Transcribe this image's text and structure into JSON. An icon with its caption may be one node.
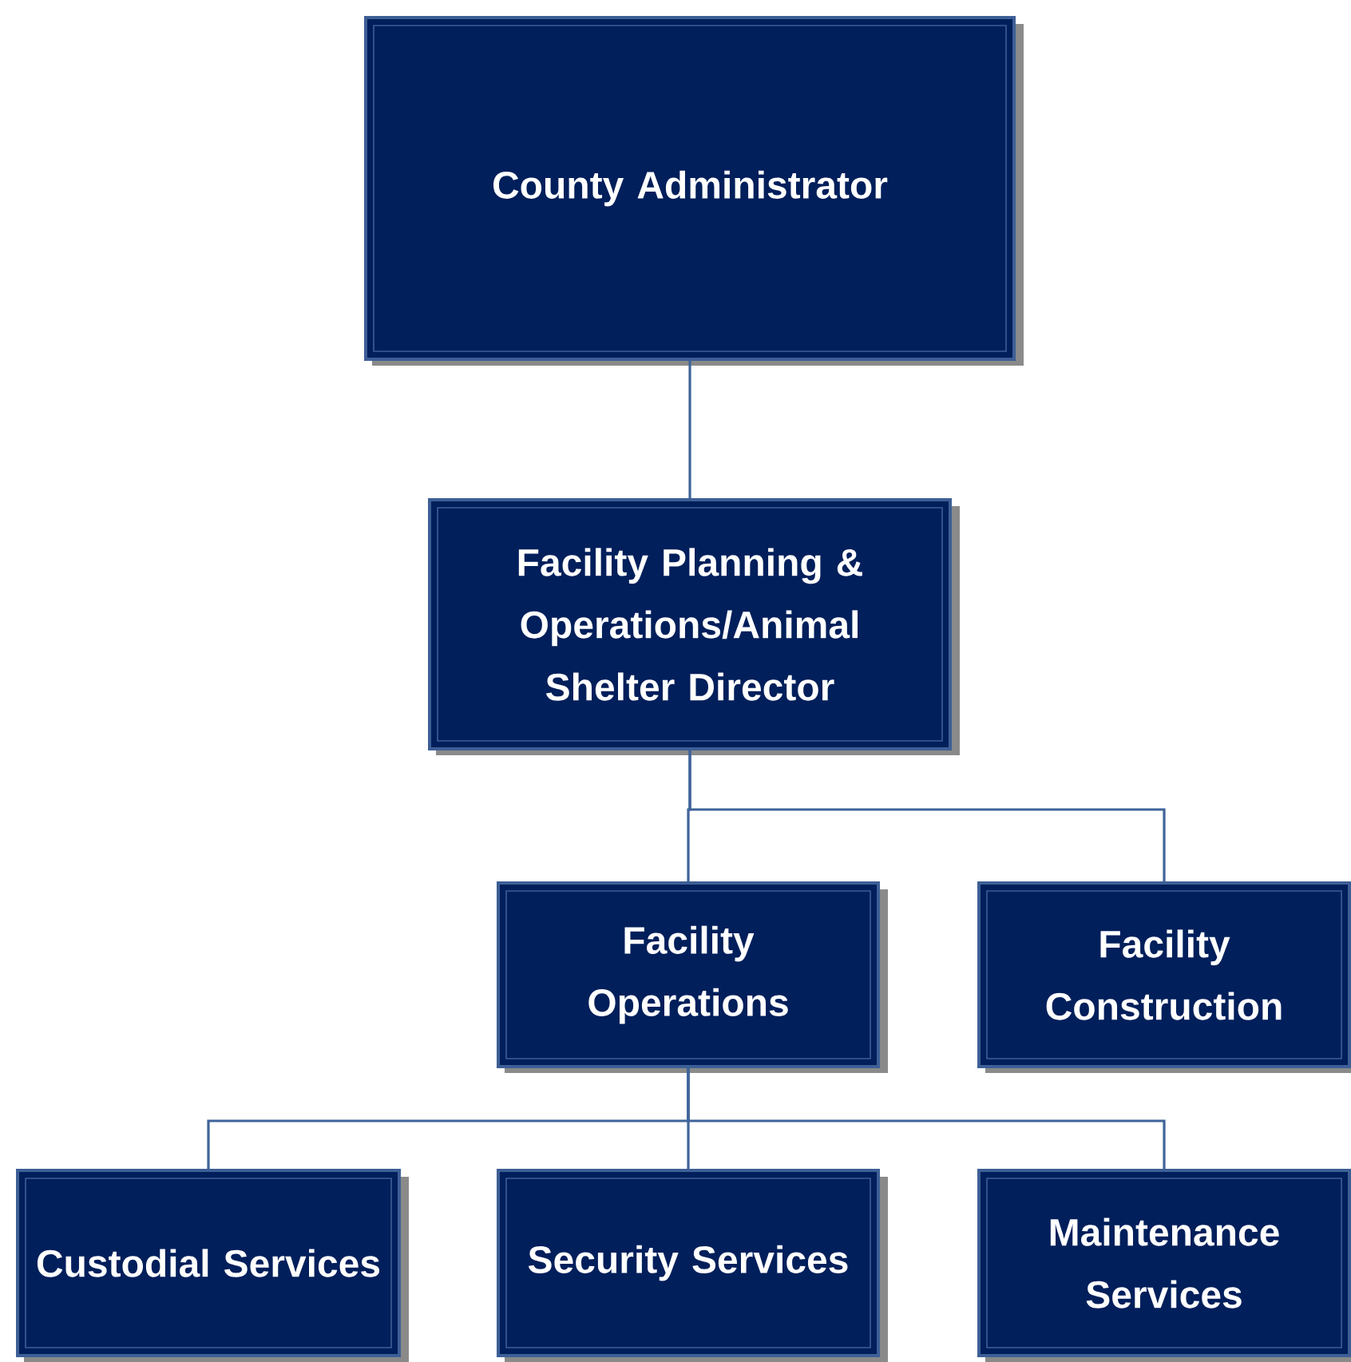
{
  "diagram": {
    "nodes": [
      {
        "text": [
          "County Administrator"
        ]
      },
      {
        "text": [
          "Facility Planning & Operations/Animal Shelter Director"
        ]
      },
      {
        "text": [
          "Facility Operations"
        ]
      },
      {
        "text": [
          "Facility Construction"
        ]
      },
      {
        "text": [
          "Custodial Services"
        ]
      },
      {
        "text": [
          "Security Services"
        ]
      },
      {
        "text": [
          "Maintenance Services"
        ]
      }
    ],
    "edges": [
      {
        "from": 0,
        "to": 1,
        "arrow": "none"
      },
      {
        "from": 1,
        "to": 2,
        "arrow": "none"
      },
      {
        "from": 1,
        "to": 3,
        "arrow": "none"
      },
      {
        "from": 2,
        "to": 4,
        "arrow": "none"
      },
      {
        "from": 2,
        "to": 5,
        "arrow": "none"
      },
      {
        "from": 2,
        "to": 6,
        "arrow": "none"
      }
    ]
  }
}
